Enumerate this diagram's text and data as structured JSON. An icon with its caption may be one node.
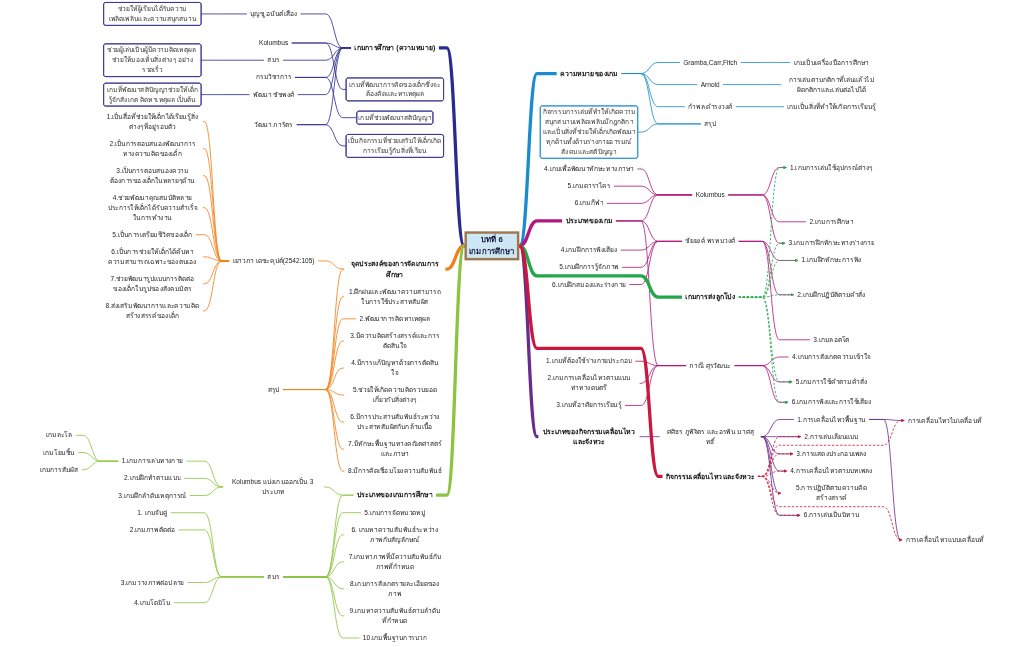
{
  "diagram": {
    "nodes": [
      {
        "text": [
          "บทที่ 6",
          "เกมการศึกษา"
        ]
      },
      {
        "text": [
          "ความหมายของเกม"
        ]
      },
      {
        "text": [
          "Gramba,Carr,Fitch"
        ]
      },
      {
        "text": [
          "เกมเป็นเครื่องมือการศึกษา"
        ]
      },
      {
        "text": [
          "Arnold"
        ]
      },
      {
        "text": [
          "การเล่นตามกติกาที่เล่นแล้วไม่ผิดกติกาและเล่นต่อไปได้"
        ]
      },
      {
        "text": [
          "กำพล ดำรงวงศ์"
        ]
      },
      {
        "text": [
          "เกมเป็นสิ่งที่ทำให้เกิดการเรียนรู้"
        ]
      },
      {
        "text": [
          "สรุป"
        ]
      },
      {
        "text": [
          "กิจกรรมการเล่นที่ทำให้เกิดความสนุกสนานเพลิดเพลินมีกฎกติกาและเป็นสิ่งที่ช่วยให้เด็กเกิดพัฒนาทุกด้านทั้งด้านร่างกายอารมณ์สังคมและสติปัญญา"
        ]
      },
      {
        "text": [
          "ประเภทของเกม"
        ]
      },
      {
        "text": [
          "Kolumbus"
        ]
      },
      {
        "text": [
          "1.เกมการเล่นใช้อุปกรณ์ต่างๆ"
        ]
      },
      {
        "text": [
          "2.เกมการศึกษา"
        ]
      },
      {
        "text": [
          "3.เกมการฝึกทักษะทางร่างกาย"
        ]
      },
      {
        "text": [
          "4.เกมเพื่อพัฒนาทักษะทางภาษา"
        ]
      },
      {
        "text": [
          "5.เกมดาราไคร"
        ]
      },
      {
        "text": [
          "6.เกมกีฬา"
        ]
      },
      {
        "text": [
          "ชัยยงค์ พรหมวงศ์"
        ]
      },
      {
        "text": [
          "1.เกมฝึกทักษะการฟัง"
        ]
      },
      {
        "text": [
          "2.เกมฝึกปฏิบัติตามคำสั่ง"
        ]
      },
      {
        "text": [
          "3.เกมลอตโต"
        ]
      },
      {
        "text": [
          "4.เกมฝึกการฟังเสียง"
        ]
      },
      {
        "text": [
          "5.เกมฝึกการรู้จักภาพ"
        ]
      },
      {
        "text": [
          "6.เกมฝึกสมองและร่างกาย"
        ]
      },
      {
        "text": [
          "ภาณี ศุรวัฒนะ"
        ]
      },
      {
        "text": [
          "1.เกมที่ต้องใช้ร่างกายประกอบ"
        ]
      },
      {
        "text": [
          "2.เกมการเคลื่อนไหวตามแบบท่าทางดนตรี"
        ]
      },
      {
        "text": [
          "3.เกมที่อาศัยการเรียนรู้"
        ]
      },
      {
        "text": [
          "4.เกมการสังเกตความเข้าใจ"
        ]
      },
      {
        "text": [
          "5.เกมการใช้คำตามคำสั่ง"
        ]
      },
      {
        "text": [
          "6.เกมการฟังและการใช้เสียง"
        ]
      },
      {
        "text": [
          "เกมการส่งลูกโป่ง"
        ]
      },
      {
        "text": [
          "ประเภทของกิจกรรมเคลื่อนไหวและจังหวะ"
        ]
      },
      {
        "text": [
          "ศศิธร ภูพิจิตร และอรพิน มาศสุทธิ์"
        ]
      },
      {
        "text": [
          "1.การเคลื่อนไหวพื้นฐาน"
        ]
      },
      {
        "text": [
          "การเคลื่อนไหวไม่เคลื่อนที่"
        ]
      },
      {
        "text": [
          "การเคลื่อนไหวแบบเคลื่อนที่"
        ]
      },
      {
        "text": [
          "2.การเล่นเลียนแบบ"
        ]
      },
      {
        "text": [
          "3.การแสดงประกอบเพลง"
        ]
      },
      {
        "text": [
          "4.การเคลื่อนไหวตามบทเพลง"
        ]
      },
      {
        "text": [
          "5.การปฏิบัติตามความคิดสร้างสรรค์"
        ]
      },
      {
        "text": [
          "6.การเล่นเป็นนิทาน"
        ]
      },
      {
        "text": [
          "กิจกรรมเคลื่อนไหวและจังหวะ"
        ]
      },
      {
        "text": [
          "เกมการศึกษา (ความหมาย)"
        ]
      },
      {
        "text": [
          "Kolumbus"
        ]
      },
      {
        "text": [
          "เกมที่พัฒนาการคิดของเด็กซึ่งจะต้องคิดและหาเหตุผล"
        ]
      },
      {
        "text": [
          "บุญชู อนันต์เสือง"
        ]
      },
      {
        "text": [
          "ช่วยให้ผู้เรียนได้รับความเพลิดเพลินและความสนุกสนาน"
        ]
      },
      {
        "text": [
          "กรมวิชาการ"
        ]
      },
      {
        "text": [
          "เกมที่ช่วยพัฒนาสติปัญญา"
        ]
      },
      {
        "text": [
          "สมร"
        ]
      },
      {
        "text": [
          "ช่วยผู้เล่นเป็นผู้มีความคิดเหตุผล ช่วยให้มองเห็นสิ่งต่างๆ อย่างรวดเร็ว"
        ]
      },
      {
        "text": [
          "วัฒนา ภารัตร"
        ]
      },
      {
        "text": [
          "เป็นกิจกรรมที่ช่วยเสริมให้เด็กเกิดการเรียนรู้กับสิ่งที่เรียน"
        ]
      },
      {
        "text": [
          "พัฒนา ชัชพงศ์"
        ]
      },
      {
        "text": [
          "เกมที่พัฒนาสติปัญญาช่วยให้เด็กรู้จักสังเกต คิดหาเหตุผล เป็นต้น"
        ]
      },
      {
        "text": [
          "จุดประสงค์ของการจัดเกมการศึกษา"
        ]
      },
      {
        "text": [
          "เยาวภา เดชะคุปต์(2542:105)"
        ]
      },
      {
        "text": [
          "1.เป็นสื่อที่ช่วยให้เด็กได้เรียนรู้สิ่งต่างๆที่อยู่รอบตัว"
        ]
      },
      {
        "text": [
          "2.เป็นการตอบสนองพัฒนาการทางความคิดของเด็ก"
        ]
      },
      {
        "text": [
          "3.เป็นการตอบสนองความต้องการของเด็กในหลายๆด้าน"
        ]
      },
      {
        "text": [
          "4.ช่วยพัฒนาคุณสมบัติหลายประการให้เด็กได้รับความสำเร็จในการทำงาน"
        ]
      },
      {
        "text": [
          "5.เป็นการเตรียมชีวิตของเด็ก"
        ]
      },
      {
        "text": [
          "6.เป็นการช่วยให้เด็กได้ค้นหาความสามารถเฉพาะของตนเอง"
        ]
      },
      {
        "text": [
          "7.ช่วยพัฒนารูปแบบการติดต่อของเด็กในรูปของสังคมมิตร"
        ]
      },
      {
        "text": [
          "8.ส่งเสริมพัฒนาการและความคิดสร้างสรรค์ของเด็ก"
        ]
      },
      {
        "text": [
          "สรุป"
        ]
      },
      {
        "text": [
          "1.ฝึกฝนและพัฒนาความสามารถในการใช้ประสาทสัมผัส"
        ]
      },
      {
        "text": [
          "2.พัฒนาการคิดหาเหตุผล"
        ]
      },
      {
        "text": [
          "3.มีความคิดสร้างสรรค์และการตัดสินใจ"
        ]
      },
      {
        "text": [
          "4.มีการแก้ปัญหาด้วยการตัดสินใจ"
        ]
      },
      {
        "text": [
          "5.ช่วยให้เกิดความคิดรวบยอดเกี่ยวกับสิ่งต่างๆ"
        ]
      },
      {
        "text": [
          "6.มีการประสานสัมพันธ์ระหว่างประสาทสัมผัสกับกล้ามเนื้อ"
        ]
      },
      {
        "text": [
          "7.มีทักษะพื้นฐานทางคณิตศาสตร์และภาษา"
        ]
      },
      {
        "text": [
          "8.มีการคิดเชื่อมโยงความสัมพันธ์"
        ]
      },
      {
        "text": [
          "ประเภทของเกมการศึกษา"
        ]
      },
      {
        "text": [
          "Kolumbus แบ่งเกมออกเป็น 3 ประเภท"
        ]
      },
      {
        "text": [
          "1.เกมการเล่นทางกาย"
        ]
      },
      {
        "text": [
          "เกมละโล"
        ]
      },
      {
        "text": [
          "เกมโยนชิ้น"
        ]
      },
      {
        "text": [
          "เกมการสัมผัส"
        ]
      },
      {
        "text": [
          "2.เกมฝึกทำตามแบบ"
        ]
      },
      {
        "text": [
          "3.เกมฝึกลำดับเหตุการณ์"
        ]
      },
      {
        "text": [
          "สมร"
        ]
      },
      {
        "text": [
          "1. เกมจับคู่"
        ]
      },
      {
        "text": [
          "2.เกมภาพตัดต่อ"
        ]
      },
      {
        "text": [
          "3.เกมวางภาพต่อปลาย"
        ]
      },
      {
        "text": [
          "4.เกมโดมิโน"
        ]
      },
      {
        "text": [
          "5.เกมการจัดหมวดหมู่"
        ]
      },
      {
        "text": [
          "6. เกมหาความสัมพันธ์ระหว่างภาพกับสัญลักษณ์"
        ]
      },
      {
        "text": [
          "7.เกมหาภาพที่มีความสัมพันธ์กับภาพที่กำหนด"
        ]
      },
      {
        "text": [
          "8.เกมการสังเกตรายละเอียดของภาพ"
        ]
      },
      {
        "text": [
          "9.เกมหาความสัมพันธ์ตามลำดับที่กำหนด"
        ]
      },
      {
        "text": [
          "10.เกมพื้นฐานการบวก"
        ]
      }
    ],
    "edges": [
      {
        "from": 0,
        "to": 1,
        "arrow": "none",
        "style": "thick",
        "color": "#1a8ccd"
      },
      {
        "from": 1,
        "to": 2,
        "arrow": "none",
        "color": "#1a8ccd"
      },
      {
        "from": 2,
        "to": 3,
        "arrow": "none",
        "color": "#1a8ccd"
      },
      {
        "from": 1,
        "to": 4,
        "arrow": "none",
        "color": "#1a8ccd"
      },
      {
        "from": 4,
        "to": 5,
        "arrow": "none",
        "color": "#1a8ccd"
      },
      {
        "from": 1,
        "to": 6,
        "arrow": "none",
        "color": "#1a8ccd"
      },
      {
        "from": 6,
        "to": 7,
        "arrow": "none",
        "color": "#1a8ccd"
      },
      {
        "from": 1,
        "to": 8,
        "arrow": "none",
        "color": "#1a8ccd"
      },
      {
        "from": 9,
        "to": 8,
        "arrow": "none",
        "color": "#1a8ccd"
      },
      {
        "from": 0,
        "to": 10,
        "arrow": "none",
        "style": "thick"
      },
      {
        "from": 10,
        "to": 11,
        "arrow": "none"
      },
      {
        "from": 11,
        "to": 12,
        "arrow": "none"
      },
      {
        "from": 11,
        "to": 13,
        "arrow": "none"
      },
      {
        "from": 11,
        "to": 14,
        "arrow": "none"
      },
      {
        "from": 15,
        "to": 11,
        "arrow": "none"
      },
      {
        "from": 16,
        "to": 11,
        "arrow": "none"
      },
      {
        "from": 17,
        "to": 11,
        "arrow": "none"
      },
      {
        "from": 10,
        "to": 18,
        "arrow": "none"
      },
      {
        "from": 18,
        "to": 19,
        "arrow": "none"
      },
      {
        "from": 18,
        "to": 20,
        "arrow": "none"
      },
      {
        "from": 18,
        "to": 21,
        "arrow": "none"
      },
      {
        "from": 22,
        "to": 18,
        "arrow": "none"
      },
      {
        "from": 23,
        "to": 18,
        "arrow": "none"
      },
      {
        "from": 24,
        "to": 18,
        "arrow": "none"
      },
      {
        "from": 10,
        "to": 25,
        "arrow": "none"
      },
      {
        "from": 26,
        "to": 25,
        "arrow": "none"
      },
      {
        "from": 27,
        "to": 25,
        "arrow": "none"
      },
      {
        "from": 28,
        "to": 25,
        "arrow": "none"
      },
      {
        "from": 25,
        "to": 29,
        "arrow": "none"
      },
      {
        "from": 25,
        "to": 30,
        "arrow": "none"
      },
      {
        "from": 25,
        "to": 31,
        "arrow": "none"
      },
      {
        "from": 0,
        "to": 32,
        "arrow": "none",
        "style": "thick",
        "color": "#22a74a"
      },
      {
        "from": 0,
        "to": 33,
        "arrow": "none",
        "style": "thick",
        "color": "#6a2c8c"
      },
      {
        "from": 33,
        "to": 34,
        "arrow": "none",
        "color": "#6a2c8c"
      },
      {
        "from": 34,
        "to": 35,
        "arrow": "none",
        "color": "#6a2c8c"
      },
      {
        "from": 35,
        "to": 36,
        "arrow": "none",
        "color": "#6a2c8c"
      },
      {
        "from": 35,
        "to": 37,
        "arrow": "none",
        "color": "#6a2c8c"
      },
      {
        "from": 34,
        "to": 38,
        "arrow": "none",
        "color": "#6a2c8c"
      },
      {
        "from": 34,
        "to": 39,
        "arrow": "none",
        "color": "#6a2c8c"
      },
      {
        "from": 34,
        "to": 40,
        "arrow": "none",
        "color": "#6a2c8c"
      },
      {
        "from": 34,
        "to": 41,
        "arrow": "none",
        "color": "#6a2c8c"
      },
      {
        "from": 34,
        "to": 42,
        "arrow": "none",
        "color": "#6a2c8c"
      },
      {
        "from": 0,
        "to": 43,
        "arrow": "none",
        "style": "thick",
        "color": "#c9173e"
      },
      {
        "from": 44,
        "to": 0,
        "arrow": "none",
        "style": "thick",
        "color": "#2b2b8f"
      },
      {
        "from": 45,
        "to": 44,
        "arrow": "none",
        "color": "#2b2b8f"
      },
      {
        "from": 45,
        "to": 46,
        "arrow": "none",
        "color": "#2b2b8f"
      },
      {
        "from": 47,
        "to": 44,
        "arrow": "none",
        "color": "#2b2b8f"
      },
      {
        "from": 48,
        "to": 47,
        "arrow": "none",
        "color": "#2b2b8f"
      },
      {
        "from": 49,
        "to": 44,
        "arrow": "none",
        "color": "#2b2b8f"
      },
      {
        "from": 49,
        "to": 50,
        "arrow": "none",
        "color": "#2b2b8f"
      },
      {
        "from": 51,
        "to": 44,
        "arrow": "none",
        "color": "#2b2b8f"
      },
      {
        "from": 52,
        "to": 51,
        "arrow": "none",
        "color": "#2b2b8f"
      },
      {
        "from": 53,
        "to": 44,
        "arrow": "none",
        "color": "#2b2b8f"
      },
      {
        "from": 53,
        "to": 54,
        "arrow": "none",
        "color": "#2b2b8f"
      },
      {
        "from": 55,
        "to": 44,
        "arrow": "none",
        "color": "#2b2b8f"
      },
      {
        "from": 56,
        "to": 55,
        "arrow": "none",
        "color": "#2b2b8f"
      },
      {
        "from": 57,
        "to": 0,
        "arrow": "none",
        "style": "thick",
        "color": "#f37f1a"
      },
      {
        "from": 58,
        "to": 57,
        "arrow": "none",
        "color": "#f37f1a"
      },
      {
        "from": 59,
        "to": 58,
        "arrow": "none",
        "color": "#f37f1a"
      },
      {
        "from": 60,
        "to": 58,
        "arrow": "none",
        "color": "#f37f1a"
      },
      {
        "from": 61,
        "to": 58,
        "arrow": "none",
        "color": "#f37f1a"
      },
      {
        "from": 62,
        "to": 58,
        "arrow": "none",
        "color": "#f37f1a"
      },
      {
        "from": 63,
        "to": 58,
        "arrow": "none",
        "color": "#f37f1a"
      },
      {
        "from": 64,
        "to": 58,
        "arrow": "none",
        "color": "#f37f1a"
      },
      {
        "from": 65,
        "to": 58,
        "arrow": "none",
        "color": "#f37f1a"
      },
      {
        "from": 66,
        "to": 58,
        "arrow": "none",
        "color": "#f37f1a"
      },
      {
        "from": 67,
        "to": 57,
        "arrow": "none",
        "color": "#f37f1a"
      },
      {
        "from": 67,
        "to": 68,
        "arrow": "none",
        "color": "#f37f1a"
      },
      {
        "from": 67,
        "to": 69,
        "arrow": "none",
        "color": "#f37f1a"
      },
      {
        "from": 67,
        "to": 70,
        "arrow": "none",
        "color": "#f37f1a"
      },
      {
        "from": 67,
        "to": 71,
        "arrow": "none",
        "color": "#f37f1a"
      },
      {
        "from": 67,
        "to": 72,
        "arrow": "none",
        "color": "#f37f1a"
      },
      {
        "from": 67,
        "to": 73,
        "arrow": "none",
        "color": "#f37f1a"
      },
      {
        "from": 67,
        "to": 74,
        "arrow": "none",
        "color": "#f37f1a"
      },
      {
        "from": 67,
        "to": 75,
        "arrow": "none",
        "color": "#f37f1a"
      },
      {
        "from": 76,
        "to": 0,
        "arrow": "none",
        "style": "thick",
        "color": "#8bc43f"
      },
      {
        "from": 77,
        "to": 76,
        "arrow": "none",
        "color": "#8bc43f"
      },
      {
        "from": 78,
        "to": 77,
        "arrow": "none",
        "color": "#8bc43f"
      },
      {
        "from": 79,
        "to": 78,
        "arrow": "none",
        "color": "#8bc43f"
      },
      {
        "from": 80,
        "to": 78,
        "arrow": "none",
        "color": "#8bc43f"
      },
      {
        "from": 81,
        "to": 78,
        "arrow": "none",
        "color": "#8bc43f"
      },
      {
        "from": 82,
        "to": 77,
        "arrow": "none",
        "color": "#8bc43f"
      },
      {
        "from": 83,
        "to": 77,
        "arrow": "none",
        "color": "#8bc43f"
      },
      {
        "from": 84,
        "to": 76,
        "arrow": "none",
        "color": "#8bc43f"
      },
      {
        "from": 85,
        "to": 84,
        "arrow": "none",
        "color": "#8bc43f"
      },
      {
        "from": 86,
        "to": 84,
        "arrow": "none",
        "color": "#8bc43f"
      },
      {
        "from": 87,
        "to": 84,
        "arrow": "none",
        "color": "#8bc43f"
      },
      {
        "from": 88,
        "to": 84,
        "arrow": "none",
        "color": "#8bc43f"
      },
      {
        "from": 84,
        "to": 89,
        "arrow": "none",
        "color": "#8bc43f"
      },
      {
        "from": 84,
        "to": 90,
        "arrow": "none",
        "color": "#8bc43f"
      },
      {
        "from": 84,
        "to": 91,
        "arrow": "none",
        "color": "#8bc43f"
      },
      {
        "from": 84,
        "to": 92,
        "arrow": "none",
        "color": "#8bc43f"
      },
      {
        "from": 84,
        "to": 93,
        "arrow": "none",
        "color": "#8bc43f"
      },
      {
        "from": 84,
        "to": 94,
        "arrow": "none",
        "color": "#8bc43f"
      },
      {
        "from": 32,
        "to": 12,
        "arrow": "to",
        "style": "dashed",
        "color": "#22a74a"
      },
      {
        "from": 32,
        "to": 14,
        "arrow": "to",
        "style": "dashed",
        "color": "#22a74a"
      },
      {
        "from": 32,
        "to": 19,
        "arrow": "to",
        "style": "dashed",
        "color": "#22a74a"
      },
      {
        "from": 32,
        "to": 20,
        "arrow": "to",
        "style": "dashed",
        "color": "#22a74a"
      },
      {
        "from": 32,
        "to": 30,
        "arrow": "to",
        "style": "dashed",
        "color": "#22a74a"
      },
      {
        "from": 32,
        "to": 31,
        "arrow": "to",
        "style": "dashed",
        "color": "#22a74a"
      },
      {
        "from": 43,
        "to": 36,
        "arrow": "to",
        "style": "dashed",
        "color": "#c9173e"
      },
      {
        "from": 43,
        "to": 37,
        "arrow": "to",
        "style": "dashed",
        "color": "#c9173e"
      },
      {
        "from": 43,
        "to": 38,
        "arrow": "to",
        "style": "dashed",
        "color": "#c9173e"
      },
      {
        "from": 43,
        "to": 39,
        "arrow": "to",
        "style": "dashed",
        "color": "#c9173e"
      },
      {
        "from": 43,
        "to": 40,
        "arrow": "to",
        "style": "dashed",
        "color": "#c9173e"
      },
      {
        "from": 43,
        "to": 41,
        "arrow": "to",
        "style": "dashed",
        "color": "#c9173e"
      },
      {
        "from": 43,
        "to": 42,
        "arrow": "to",
        "style": "dashed",
        "color": "#c9173e"
      }
    ]
  }
}
